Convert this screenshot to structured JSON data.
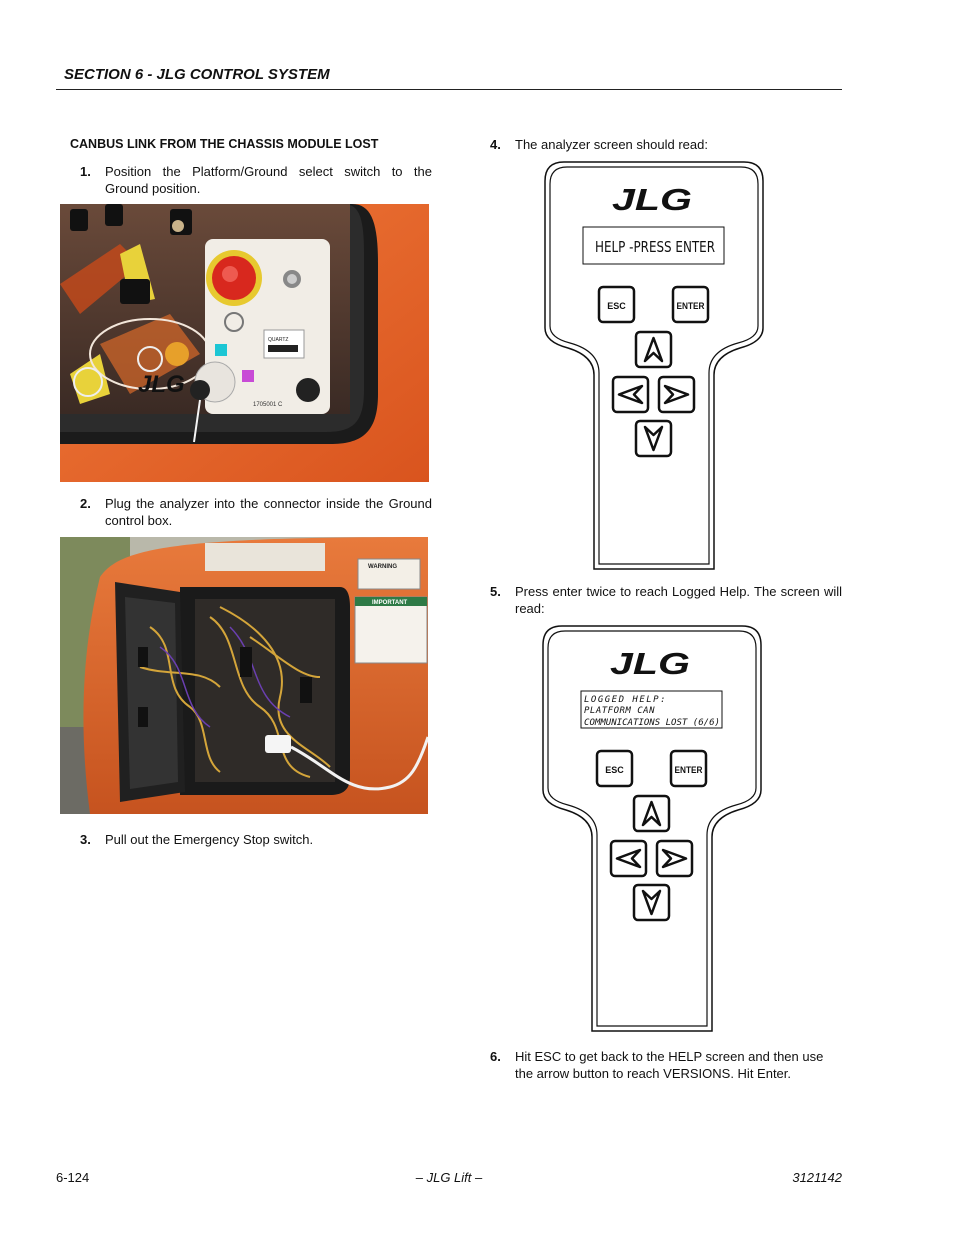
{
  "header": {
    "section_title": "SECTION 6 - JLG CONTROL SYSTEM"
  },
  "subheading": "CANBUS LINK FROM THE CHASSIS MODULE LOST",
  "steps": [
    {
      "num": "1.",
      "text": "Position the Platform/Ground select switch to the Ground position."
    },
    {
      "num": "2.",
      "text": "Plug the analyzer into the connector inside the Ground control box."
    },
    {
      "num": "3.",
      "text": "Pull out the Emergency Stop switch."
    },
    {
      "num": "4.",
      "text": "The analyzer screen should read:"
    },
    {
      "num": "5.",
      "text": "Press enter twice to reach Logged Help. The screen will read:"
    },
    {
      "num": "6.",
      "text": "Hit ESC to get back to the HELP screen and then use the arrow button to reach VERSIONS. Hit Enter."
    }
  ],
  "photo1": {
    "panel_label": "QUARTZ",
    "part_number": "1705001 C",
    "logo": "JLG"
  },
  "photo2": {
    "warning_label": "WARNING",
    "important_label": "IMPORTANT"
  },
  "analyzer1": {
    "logo": "JLG",
    "screen_lines": [
      "HELP -PRESS ENTER"
    ],
    "esc_label": "ESC",
    "enter_label": "ENTER"
  },
  "analyzer2": {
    "logo": "JLG",
    "screen_lines": [
      "LOGGED HELP:",
      "PLATFORM CAN",
      "COMMUNICATIONS LOST (6/6)"
    ],
    "esc_label": "ESC",
    "enter_label": "ENTER"
  },
  "footer": {
    "page": "6-124",
    "center": "– JLG Lift –",
    "doc": "3121142"
  },
  "colors": {
    "jlg_orange": "#e2642a",
    "estop_red": "#d8281e",
    "ink": "#111111"
  }
}
